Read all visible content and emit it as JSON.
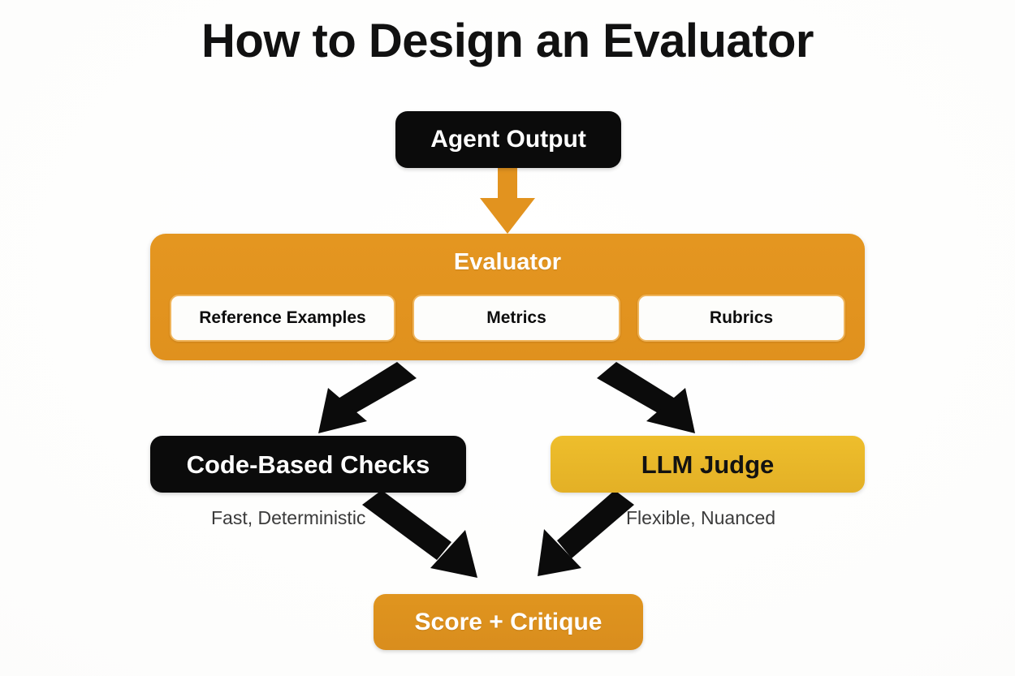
{
  "page": {
    "title": "How to Design an Evaluator",
    "background_color": "#fdfdfc"
  },
  "colors": {
    "black_node": "#0b0b0b",
    "evaluator_orange": "#e2931f",
    "chip_white": "#fdfdfb",
    "chip_border": "#f0b55b",
    "llm_judge_yellow": "#e8b82a",
    "score_orange": "#dd911e",
    "arrow_black": "#0b0b0b",
    "arrow_orange": "#e2931f",
    "caption_gray": "#3b3b3b"
  },
  "diagram": {
    "type": "flowchart",
    "nodes": [
      {
        "id": "agent-output",
        "label": "Agent Output",
        "style": "black",
        "caption": ""
      },
      {
        "id": "evaluator",
        "label": "Evaluator",
        "style": "orange-panel",
        "chips": [
          {
            "label": "Reference Examples"
          },
          {
            "label": "Metrics"
          },
          {
            "label": "Rubrics"
          }
        ]
      },
      {
        "id": "code-checks",
        "label": "Code-Based Checks",
        "style": "black",
        "caption": "Fast, Deterministic"
      },
      {
        "id": "llm-judge",
        "label": "LLM Judge",
        "style": "yellow",
        "caption": "Flexible, Nuanced"
      },
      {
        "id": "score-critique",
        "label": "Score + Critique",
        "style": "orange",
        "caption": ""
      }
    ],
    "edges": [
      {
        "from": "agent-output",
        "to": "evaluator",
        "color": "#e2931f",
        "direction": "down"
      },
      {
        "from": "evaluator",
        "to": "code-checks",
        "color": "#0b0b0b",
        "direction": "down-left"
      },
      {
        "from": "evaluator",
        "to": "llm-judge",
        "color": "#0b0b0b",
        "direction": "down-right"
      },
      {
        "from": "code-checks",
        "to": "score-critique",
        "color": "#0b0b0b",
        "direction": "down-right"
      },
      {
        "from": "llm-judge",
        "to": "score-critique",
        "color": "#0b0b0b",
        "direction": "down-left"
      }
    ]
  }
}
